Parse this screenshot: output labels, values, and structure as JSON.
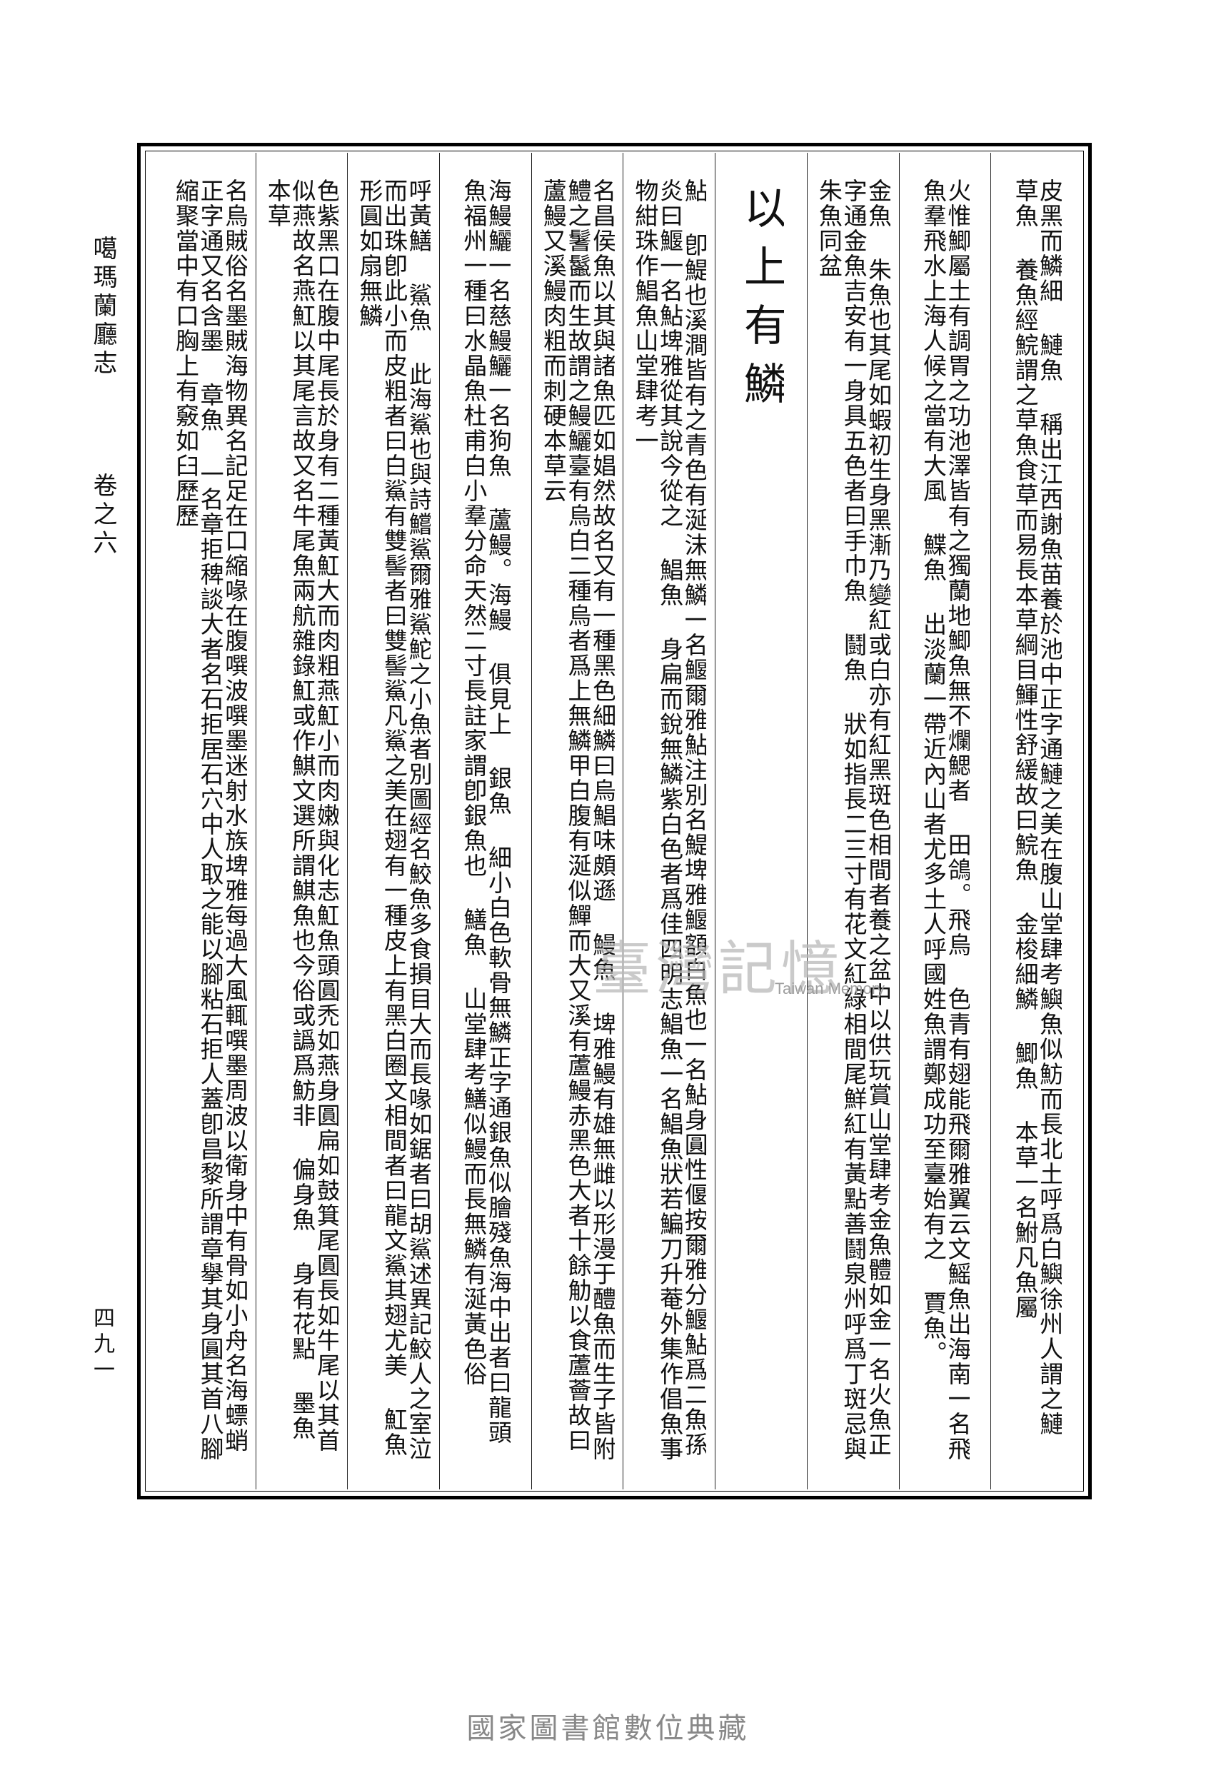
{
  "margin": {
    "book_title": "噶瑪蘭廳志",
    "volume": "卷之六",
    "page_number": "四九一"
  },
  "columns": [
    "皮黑而鱗細 鰱魚 稱出江西謝魚苗養於池中正字通鰱之美在腹山堂肆考鱮魚似魴而長北土呼爲白鱮徐州人謂之鰱 草魚 養魚經鯇謂之草魚食草而易長本草綱目鯶性舒緩故曰鯇魚 金梭細鱗 鯽魚 本草一名鮒凡魚屬",
    "火惟鯽屬土有調胃之功池澤皆有之獨蘭地鯽魚無不爛鰓者 田鴿。飛烏 色青有翅能飛爾雅翼云文鰩魚出海南一名飛魚羣飛水上海人候之當有大風 鰈魚 出淡蘭一帶近內山者尤多土人呼國姓魚謂鄭成功至臺始有之 賈魚。",
    "金魚 朱魚也其尾如蝦初生身黑漸乃變紅或白亦有紅黑斑色相間者養之盆中以供玩賞山堂肆考金魚體如金一名火魚正字通金魚吉安有一身具五色者曰手巾魚 鬪魚 狀如指長二三寸有花文紅綠相間尾鮮紅有黃點善鬪泉州呼爲丁斑忌與朱魚同盆",
    "以上有鱗",
    "鮎 卽鯷也溪澗皆有之青色有涎沫無鱗一名鰋爾雅鮎注別名鯷埤雅鰋額白魚也一名鮎身圓性偃按爾雅分鰋鮎爲二魚孫炎曰鰋一名鮎埤雅從其說今從之 鯧魚 身扁而銳無鱗紫白色者爲佳四明志鯧魚一名鯧魚狀若鯿刀升菴外集作倡魚事物紺珠作鯧魚山堂肆考一",
    "名昌侯魚以其與諸魚匹如娼然故名又有一種黑色細鱗曰烏鯧味頗遜 鰻魚 埤雅鰻有雄無雌以形漫于醴魚而生子皆附鱧之鬐鬣而生故謂之鰻鱺臺有烏白二種烏者爲上無鱗甲白腹有涎似鱓而大又溪有蘆鰻赤黑色大者十餘觔以食蘆薈故曰蘆鰻又溪鰻肉粗而刺硬本草云",
    "海鰻鱺一名慈鰻鱺一名狗魚 蘆鰻。海鰻 俱見上 銀魚 細小白色軟骨無鱗正字通銀魚似膾殘魚海中出者曰龍頭魚福州一種曰水晶魚杜甫白小羣分命天然二寸長註家謂卽銀魚也 鱔魚 山堂肆考鱔似鰻而長無鱗有涎黃色俗",
    "呼黃鱔 鯊魚 此海鯊也與詩鱨鯊爾雅鯊鮀之小魚者別圖經名鮫魚多食損目大而長喙如鋸者曰胡鯊述異記鮫人之室泣而出珠卽此小而皮粗者曰白鯊有雙髻者曰雙髻鯊凡鯊之美在翅有一種皮上有黑白圈文相間者曰龍文鯊其翅尤美 魟魚 形圓如扇無鱗",
    "色紫黑口在腹中尾長於身有二種黃魟大而肉粗燕魟小而肉嫩與化志魟魚頭圓禿如燕身圓扁如鼓箕尾圓長如牛尾以其首似燕故名燕魟以其尾言故又名牛尾魚兩航雜錄魟或作鯕文選所謂鯕魚也今俗或譌爲魴非 偏身魚 身有花點 墨魚 本草",
    "名烏賊俗名墨賊海物異名記足在口縮喙在腹噀波噀墨迷射水族埤雅每過大風輒噀墨周波以衛身中有骨如小舟名海螵蛸正字通又名含墨 章魚 一名章拒稗談大者名石拒居石穴中人取之能以腳粘石拒人蓋卽昌黎所謂章擧其身圓其首八腳縮聚當中有口胸上有竅如臼歷歷"
  ],
  "watermark": {
    "text": "臺灣記憶",
    "subtext": "Taiwan Memory"
  },
  "footer": "國家圖書館數位典藏"
}
